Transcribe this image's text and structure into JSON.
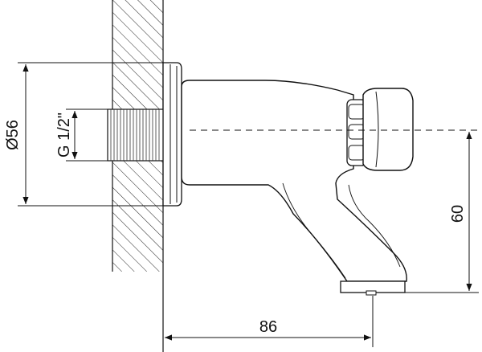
{
  "drawing": {
    "dimensions": {
      "diameter": "Ø56",
      "thread": "G 1/2\"",
      "length": "86",
      "height": "60"
    },
    "colors": {
      "line": "#111111",
      "hatch": "#222222",
      "background": "#ffffff"
    }
  }
}
